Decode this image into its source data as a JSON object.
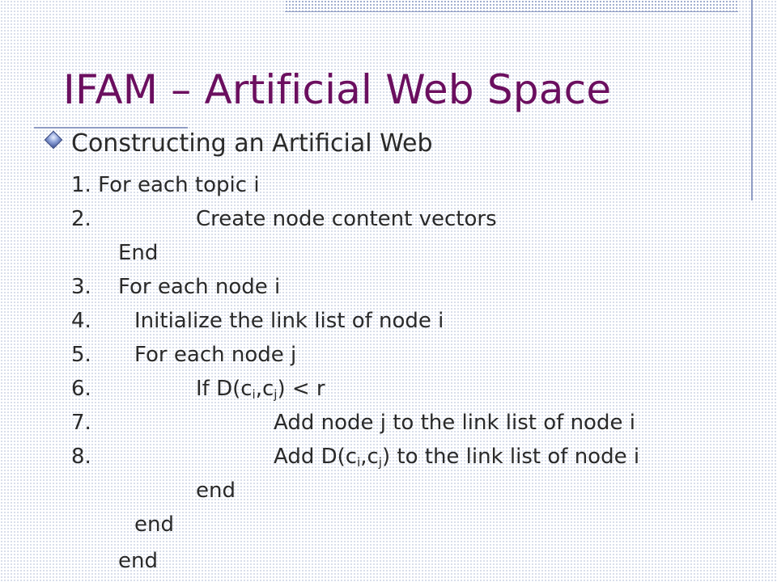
{
  "slide": {
    "title": "IFAM – Artificial Web Space",
    "subheading": "Constructing an Artificial Web",
    "bullet_icon": "diamond-bullet-icon",
    "colors": {
      "title": "#6b0f5f",
      "text": "#2a2a2a",
      "accent_lines": "#8f9cc4"
    }
  },
  "algorithm": {
    "line1": {
      "full": "1. For each topic i"
    },
    "line2": {
      "num": "2.",
      "text": "Create node content vectors"
    },
    "end_a": "End",
    "line3": {
      "num": "3.",
      "text": "For each node i"
    },
    "line4": {
      "num": "4.",
      "text": "Initialize the link list of node i"
    },
    "line5": {
      "num": "5.",
      "text": "For each node j"
    },
    "line6": {
      "num": "6.",
      "pre": "If D(c",
      "sub1": "i",
      "mid": ",c",
      "sub2": "j",
      "post": ") < r"
    },
    "line7": {
      "num": "7.",
      "text": "Add node j to the link list of node i"
    },
    "line8": {
      "num": "8.",
      "pre": "Add D(c",
      "sub1": "i",
      "mid": ",c",
      "sub2": "j",
      "post": ") to the link list of node i"
    },
    "end_b": "end",
    "end_c": "end",
    "end_d": "end"
  }
}
